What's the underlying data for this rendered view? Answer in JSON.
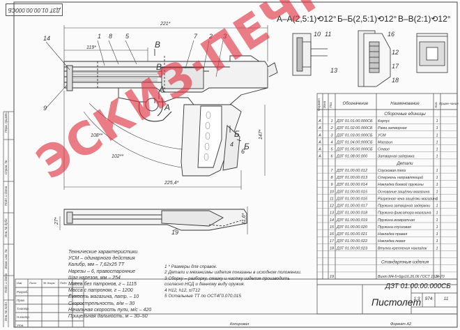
{
  "stamp": "ДЗТ 01.00.00.000СБ",
  "section_titles": [
    "А–А(2,5:1)⟲12°",
    "Б–Б(2,5:1)⟲12°",
    "В–В(2:1)⟲12°"
  ],
  "callouts": [
    "14",
    "1",
    "8",
    "5",
    "7",
    "2",
    "3",
    "9",
    "10",
    "11",
    "13",
    "16",
    "12",
    "17",
    "18",
    "4",
    "6",
    "19"
  ],
  "section_letters": [
    "А",
    "А",
    "Б",
    "Б",
    "В",
    "В"
  ],
  "dims": [
    "221*",
    "119*",
    "108**",
    "102**",
    "147*",
    "225,4*",
    "27*",
    "31,6*"
  ],
  "spec_title": "Технические характеристики",
  "spec_lines": [
    "УСМ – одинарного действия",
    "Калибр, мм – 7,62х25 ТТ",
    "Нарезы – 6, правостаронние",
    "Шаг нарезов, мм – 254",
    "Масса без патронов, г – 1115",
    "Масса с патроном, г – 1200",
    "Ёмкость магазина, патр. – 10",
    "Скорострельность, в/м – 30",
    "Начальная скорость пули, м/с – 420",
    "Прицельная дальность, м – 30–50"
  ],
  "notes": [
    "1  * Размеры для справок.",
    "2  Детали и механизмы изделия показаны в исходном положении.",
    "3  Сборку – разборку, смазку и чистку изделия производить",
    "   согласно НСД и данному виду оружия.",
    "4  Н12, h12, ±IT12",
    "5  Остальные ТТ по ОСТ4Г0.070.015"
  ],
  "spec_table": {
    "headers": [
      "Формат",
      "Зона",
      "Поз.",
      "Обозначение",
      "Наименование",
      "Кол.",
      "Приме-чание"
    ],
    "rows": [
      {
        "fmt": "",
        "pos": "",
        "code": "",
        "name": "Сборочные единицы",
        "qty": "",
        "section": true
      },
      {
        "fmt": "А",
        "pos": "1",
        "code": "ДЗТ 01.01.00.000СБ",
        "name": "Корпус",
        "qty": "1"
      },
      {
        "fmt": "А",
        "pos": "2",
        "code": "ДЗТ 01.02.00.000СБ",
        "name": "Рама затворная",
        "qty": "1"
      },
      {
        "fmt": "А",
        "pos": "3",
        "code": "ДЗТ 01.03.00.000СБ",
        "name": "УСМ",
        "qty": "1"
      },
      {
        "fmt": "А",
        "pos": "4",
        "code": "ДЗТ 01.04.00.000СБ",
        "name": "Магазин",
        "qty": "1"
      },
      {
        "fmt": "А",
        "pos": "5",
        "code": "ДЗТ 01.05.00.000СБ",
        "name": "Ствол",
        "qty": "1"
      },
      {
        "fmt": "А",
        "pos": "6",
        "code": "ДЗТ 01.08.00.000",
        "name": "Затворная задержка",
        "qty": "1"
      },
      {
        "fmt": "",
        "pos": "",
        "code": "",
        "name": "Детали",
        "qty": "",
        "section": true
      },
      {
        "fmt": "",
        "pos": "7",
        "code": "ДЗТ 01.00.00.012",
        "name": "Спусковая тяга",
        "qty": "1"
      },
      {
        "fmt": "",
        "pos": "8",
        "code": "ДЗТ 01.00.00.013",
        "name": "Стержень направляющий",
        "qty": "1"
      },
      {
        "fmt": "",
        "pos": "9",
        "code": "ДЗТ 01.00.00.014",
        "name": "Накладка боевой пружины",
        "qty": "1"
      },
      {
        "fmt": "",
        "pos": "10",
        "code": "ДЗТ 01.00.00.015",
        "name": "Основание защёлки магазина",
        "qty": "1"
      },
      {
        "fmt": "",
        "pos": "11",
        "code": "ДЗТ 01.00.00.016",
        "name": "Разрезная чека защёлки магазина",
        "qty": "1"
      },
      {
        "fmt": "",
        "pos": "12",
        "code": "ДЗТ 01.00.00.017",
        "name": "Пружина затворной задержки",
        "qty": "1"
      },
      {
        "fmt": "",
        "pos": "13",
        "code": "ДЗТ 01.00.00.018",
        "name": "Пружина фиксатора магазина",
        "qty": "1"
      },
      {
        "fmt": "",
        "pos": "14",
        "code": "ДЗТ 01.00.00.019",
        "name": "Пружина возвратная",
        "qty": "1"
      },
      {
        "fmt": "",
        "pos": "15",
        "code": "ДЗТ 01.00.00.020",
        "name": "Пружина спусковая",
        "qty": "1"
      },
      {
        "fmt": "",
        "pos": "16",
        "code": "ДЗТ 01.00.00.021",
        "name": "Накладка правая",
        "qty": "1"
      },
      {
        "fmt": "",
        "pos": "17",
        "code": "ДЗТ 01.00.00.022",
        "name": "Накладка левая",
        "qty": "1"
      },
      {
        "fmt": "",
        "pos": "18",
        "code": "ДЗТ 01.00.00.023",
        "name": "Втулка крепления накладок",
        "qty": "1"
      },
      {
        "fmt": "",
        "pos": "",
        "code": "",
        "name": "",
        "qty": ""
      },
      {
        "fmt": "",
        "pos": "",
        "code": "",
        "name": "Стандартные изделия",
        "qty": "",
        "section": true
      },
      {
        "fmt": "",
        "pos": "",
        "code": "",
        "name": "",
        "qty": ""
      },
      {
        "fmt": "",
        "pos": "19",
        "code": "",
        "name": "Винт М4-5×6gx16.26.06 ГОСТ 1524-70",
        "qty": "1"
      }
    ]
  },
  "title_block": {
    "code": "ДЗТ 01.00.00.000СБ",
    "title": "Пистолет",
    "scale": "1:3",
    "sheet_no": "974",
    "sheets": "11",
    "roles": [
      "Разраб.",
      "Пров.",
      "Т.контр.",
      "Н.контр.",
      "Утв."
    ],
    "col_heads": [
      "Изм",
      "Лист",
      "№ докум.",
      "Подп.",
      "Дата"
    ],
    "copied": "Копировал",
    "format": "Формат   А2"
  },
  "side_labels": [
    "Перв. примен.",
    "Справ. №",
    "Подп. и дата",
    "Инв. № дубл.",
    "Взам. инв. №",
    "Подп. и дата",
    "Инв. № подл."
  ],
  "watermark": "ЭСКИЗ·ПЕЧКИ"
}
